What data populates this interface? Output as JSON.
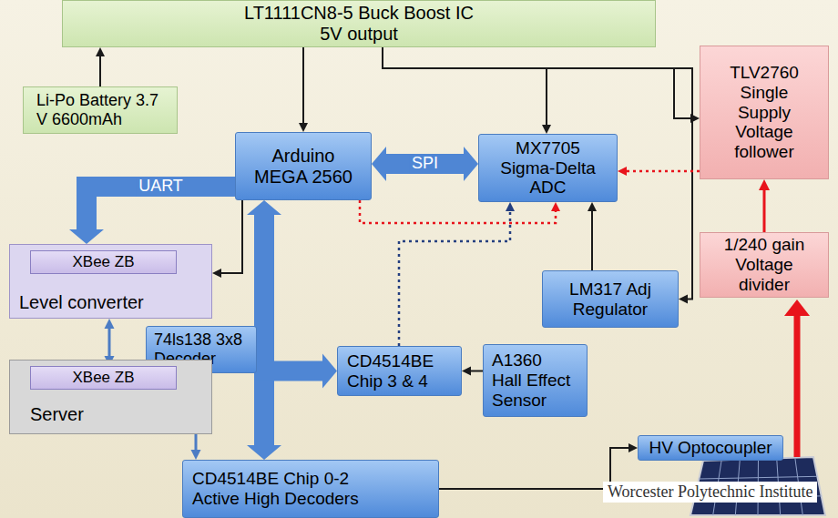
{
  "diagram": {
    "nodes": [
      {
        "text": [
          "LT1111CN8-5 Buck Boost IC 5V output"
        ]
      },
      {
        "text": [
          "Li-Po Battery 3.7 V 6600mAh"
        ]
      },
      {
        "text": [
          "Arduino MEGA 2560"
        ]
      },
      {
        "text": [
          "MX7705 Sigma-Delta ADC"
        ]
      },
      {
        "text": [
          "TLV2760 Single Supply Voltage follower"
        ]
      },
      {
        "text": [
          "1/240 gain Voltage divider"
        ]
      },
      {
        "text": [
          "LM317 Adj Regulator"
        ]
      },
      {
        "text": [
          "Level converter"
        ]
      },
      {
        "text": [
          "XBee ZB"
        ],
        "in": 7
      },
      {
        "text": [
          "74ls138 3x8 Decoder"
        ]
      },
      {
        "text": [
          "CD4514BE Chip 3 & 4"
        ]
      },
      {
        "text": [
          "A1360 Hall Effect Sensor"
        ]
      },
      {
        "text": [
          "Server"
        ]
      },
      {
        "text": [
          "XBee ZB"
        ],
        "in": 12
      },
      {
        "text": [
          "HV Optocoupler"
        ]
      },
      {
        "text": [
          "CD4514BE Chip 0-2 Active High Decoders"
        ]
      }
    ],
    "edges": [
      {
        "from": 1,
        "to": 0,
        "arrow": "to"
      },
      {
        "from": 0,
        "to": 2,
        "arrow": "to"
      },
      {
        "from": 0,
        "to": 3,
        "arrow": "to"
      },
      {
        "from": 0,
        "to": 4,
        "arrow": "to"
      },
      {
        "from": 0,
        "to": 6,
        "arrow": "to"
      },
      {
        "from": 2,
        "to": 3,
        "label": "SPI",
        "arrow": "both"
      },
      {
        "from": 2,
        "to": 7,
        "label": "UART",
        "arrow": "to"
      },
      {
        "from": 2,
        "to": 7,
        "arrow": "to"
      },
      {
        "from": 2,
        "to": 3,
        "arrow": "to"
      },
      {
        "from": 4,
        "to": 3,
        "arrow": "to"
      },
      {
        "from": 5,
        "to": 4,
        "arrow": "to"
      },
      {
        "from": 6,
        "to": 3,
        "arrow": "to"
      },
      {
        "from": 10,
        "to": 3,
        "arrow": "to"
      },
      {
        "from": 2,
        "to": 15,
        "arrow": "both"
      },
      {
        "from": 2,
        "to": 10,
        "arrow": "to"
      },
      {
        "from": 9,
        "to": 15,
        "arrow": "to"
      },
      {
        "from": 11,
        "to": 10,
        "arrow": "to"
      },
      {
        "from": 7,
        "to": 13,
        "arrow": "both"
      },
      {
        "from": 15,
        "to": 14,
        "arrow": "to"
      }
    ],
    "labels": [
      "Worcester Polytechnic Institute"
    ]
  }
}
